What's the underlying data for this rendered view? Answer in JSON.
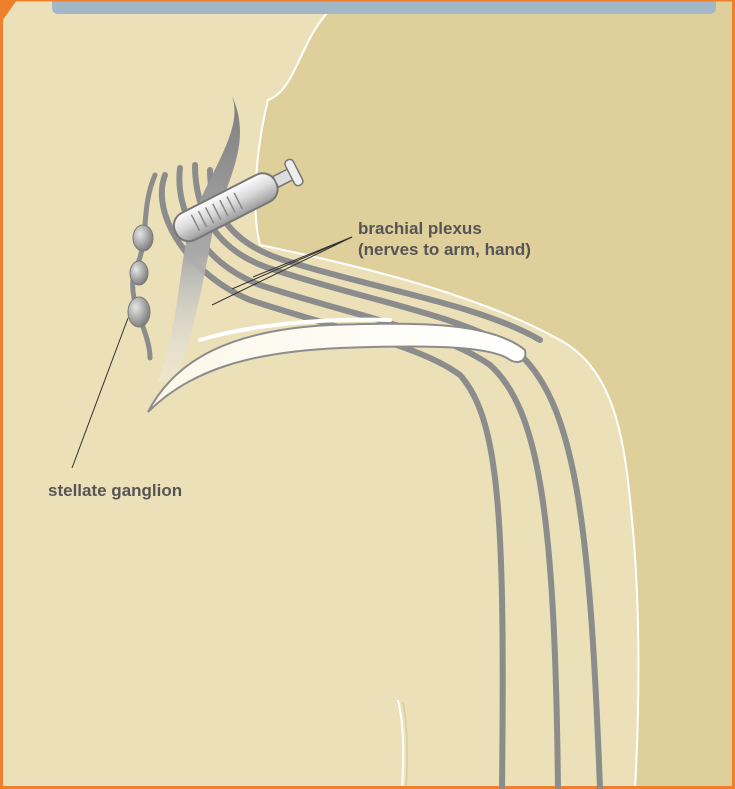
{
  "colors": {
    "panel_background": "#ece0b8",
    "shoulder_shadow": "#dfcf9a",
    "border_orange": "#ee7f2d",
    "header_bar": "#a3b8c6",
    "nerve_gray": "#8c8c8c",
    "label_text": "#555555"
  },
  "labels": {
    "brachial_plexus_line1": "brachial plexus",
    "brachial_plexus_line2": "(nerves to arm, hand)",
    "stellate_ganglion": "stellate ganglion"
  },
  "icons": {
    "syringe": "syringe-icon",
    "corner_tab": "orange-triangle-tab"
  }
}
